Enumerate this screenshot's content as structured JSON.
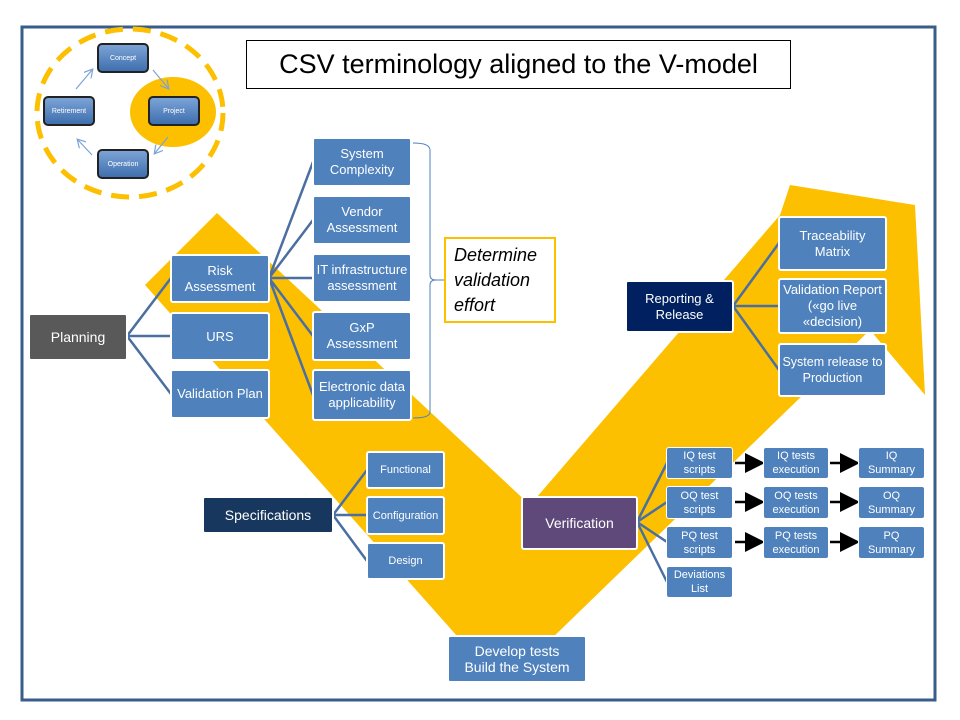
{
  "title": "CSV terminology aligned to the V-model",
  "colors": {
    "v_shape": "#fcc000",
    "box": "#4f81bd",
    "planning": "#595959",
    "specifications": "#17375e",
    "verification": "#5f497a",
    "reporting": "#002060",
    "frame": "#385d8a"
  },
  "lifecycle": {
    "concept": "Concept",
    "project": "Project",
    "operation": "Operation",
    "retirement": "Retirement"
  },
  "planning": {
    "label": "Planning",
    "children": [
      "Risk Assessment",
      "URS",
      "Validation Plan"
    ]
  },
  "risk": {
    "children": [
      "System Complexity",
      "Vendor Assessment",
      "IT infrastructure assessment",
      "GxP Assessment",
      "Electronic data applicability"
    ],
    "note": "Determine validation effort"
  },
  "specifications": {
    "label": "Specifications",
    "children": [
      "Functional",
      "Configuration",
      "Design"
    ]
  },
  "develop": {
    "line1": "Develop tests",
    "line2": "Build the System"
  },
  "verification": {
    "label": "Verification",
    "scripts": [
      "IQ test scripts",
      "OQ test scripts",
      "PQ test scripts",
      "Deviations List"
    ],
    "executions": [
      "IQ tests execution",
      "OQ tests execution",
      "PQ tests execution"
    ],
    "summaries": [
      "IQ Summary",
      "OQ Summary",
      "PQ Summary"
    ]
  },
  "reporting": {
    "label": "Reporting & Release",
    "children": [
      "Traceability Matrix",
      "Validation Report («go live «decision)",
      "System release to Production"
    ]
  }
}
